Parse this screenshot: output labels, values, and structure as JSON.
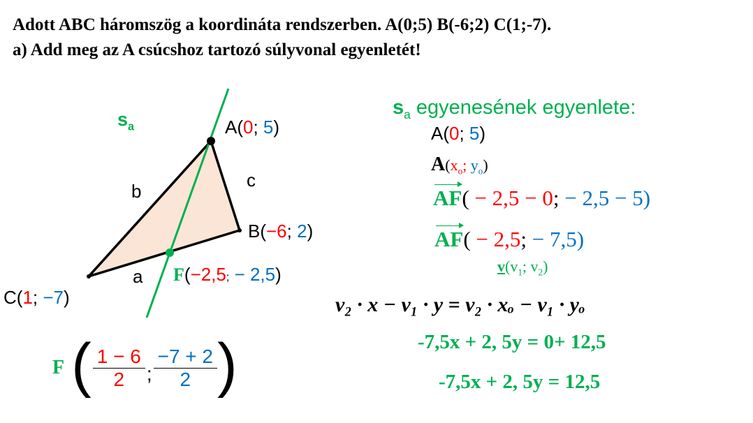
{
  "title": {
    "line1": "Adott ABC háromszög a koordináta rendszerben. A(0;5) B(-6;2) C(1;-7).",
    "line2": "a) Add meg az A csúcshoz tartozó súlyvonal egyenletét!"
  },
  "diagram": {
    "median_label": "s",
    "median_sub": "a",
    "A": {
      "name": "A(",
      "x": "0",
      "sep": "; ",
      "y": "5",
      "close": ")"
    },
    "B": {
      "name": "B(",
      "x": "−6",
      "sep": "; ",
      "y": "2",
      "close": ")"
    },
    "C": {
      "name": "C(",
      "x": "1",
      "sep": "; ",
      "y": "−7",
      "close": ")"
    },
    "F": {
      "name": "F",
      "open": "(",
      "x": "−2,5",
      "sep": ";",
      "y": " − 2,5",
      "close": ")"
    },
    "side_a": "a",
    "side_b": "b",
    "side_c": "c"
  },
  "midpoint_formula": {
    "name": "F",
    "x_num": "1 − 6",
    "x_den": "2",
    "sep": ";",
    "y_num": "−7 + 2",
    "y_den": "2"
  },
  "solution": {
    "heading_s": "s",
    "heading_sub": "a",
    "heading_text": " egyenesének egyenlete:",
    "pointA": {
      "name": "A(",
      "x": "0",
      "sep": "; ",
      "y": "5",
      "close": ")"
    },
    "pointA_general": {
      "name": "A",
      "open": "(",
      "x": "x",
      "xsub": "o",
      "sep": "; ",
      "y": "y",
      "ysub": "o",
      "close": ")"
    },
    "vec1": {
      "name": "AF",
      "open": "(",
      "x": " − 2,5 − 0",
      "sep": "; ",
      "y": "− 2,5 − 5",
      "close": ")"
    },
    "vec2": {
      "name": "AF",
      "open": "(",
      "x": " − 2,5",
      "sep": "; ",
      "y": "− 7,5",
      "close": ")"
    },
    "direction": {
      "name": "v",
      "open": "(v",
      "s1": "1",
      "sep": "; v",
      "s2": "2",
      "close": ")"
    },
    "general_eq": "v₂ · x − v₁ · y = v₂ · xₒ − v₁ · yₒ",
    "eq1": "-7,5x + 2, 5y = 0+ 12,5",
    "eq2": "-7,5x + 2, 5y = 12,5"
  },
  "colors": {
    "x": "#ff0000",
    "y": "#0070c0",
    "accent": "#00b050",
    "fill": "#fbe5d6"
  }
}
